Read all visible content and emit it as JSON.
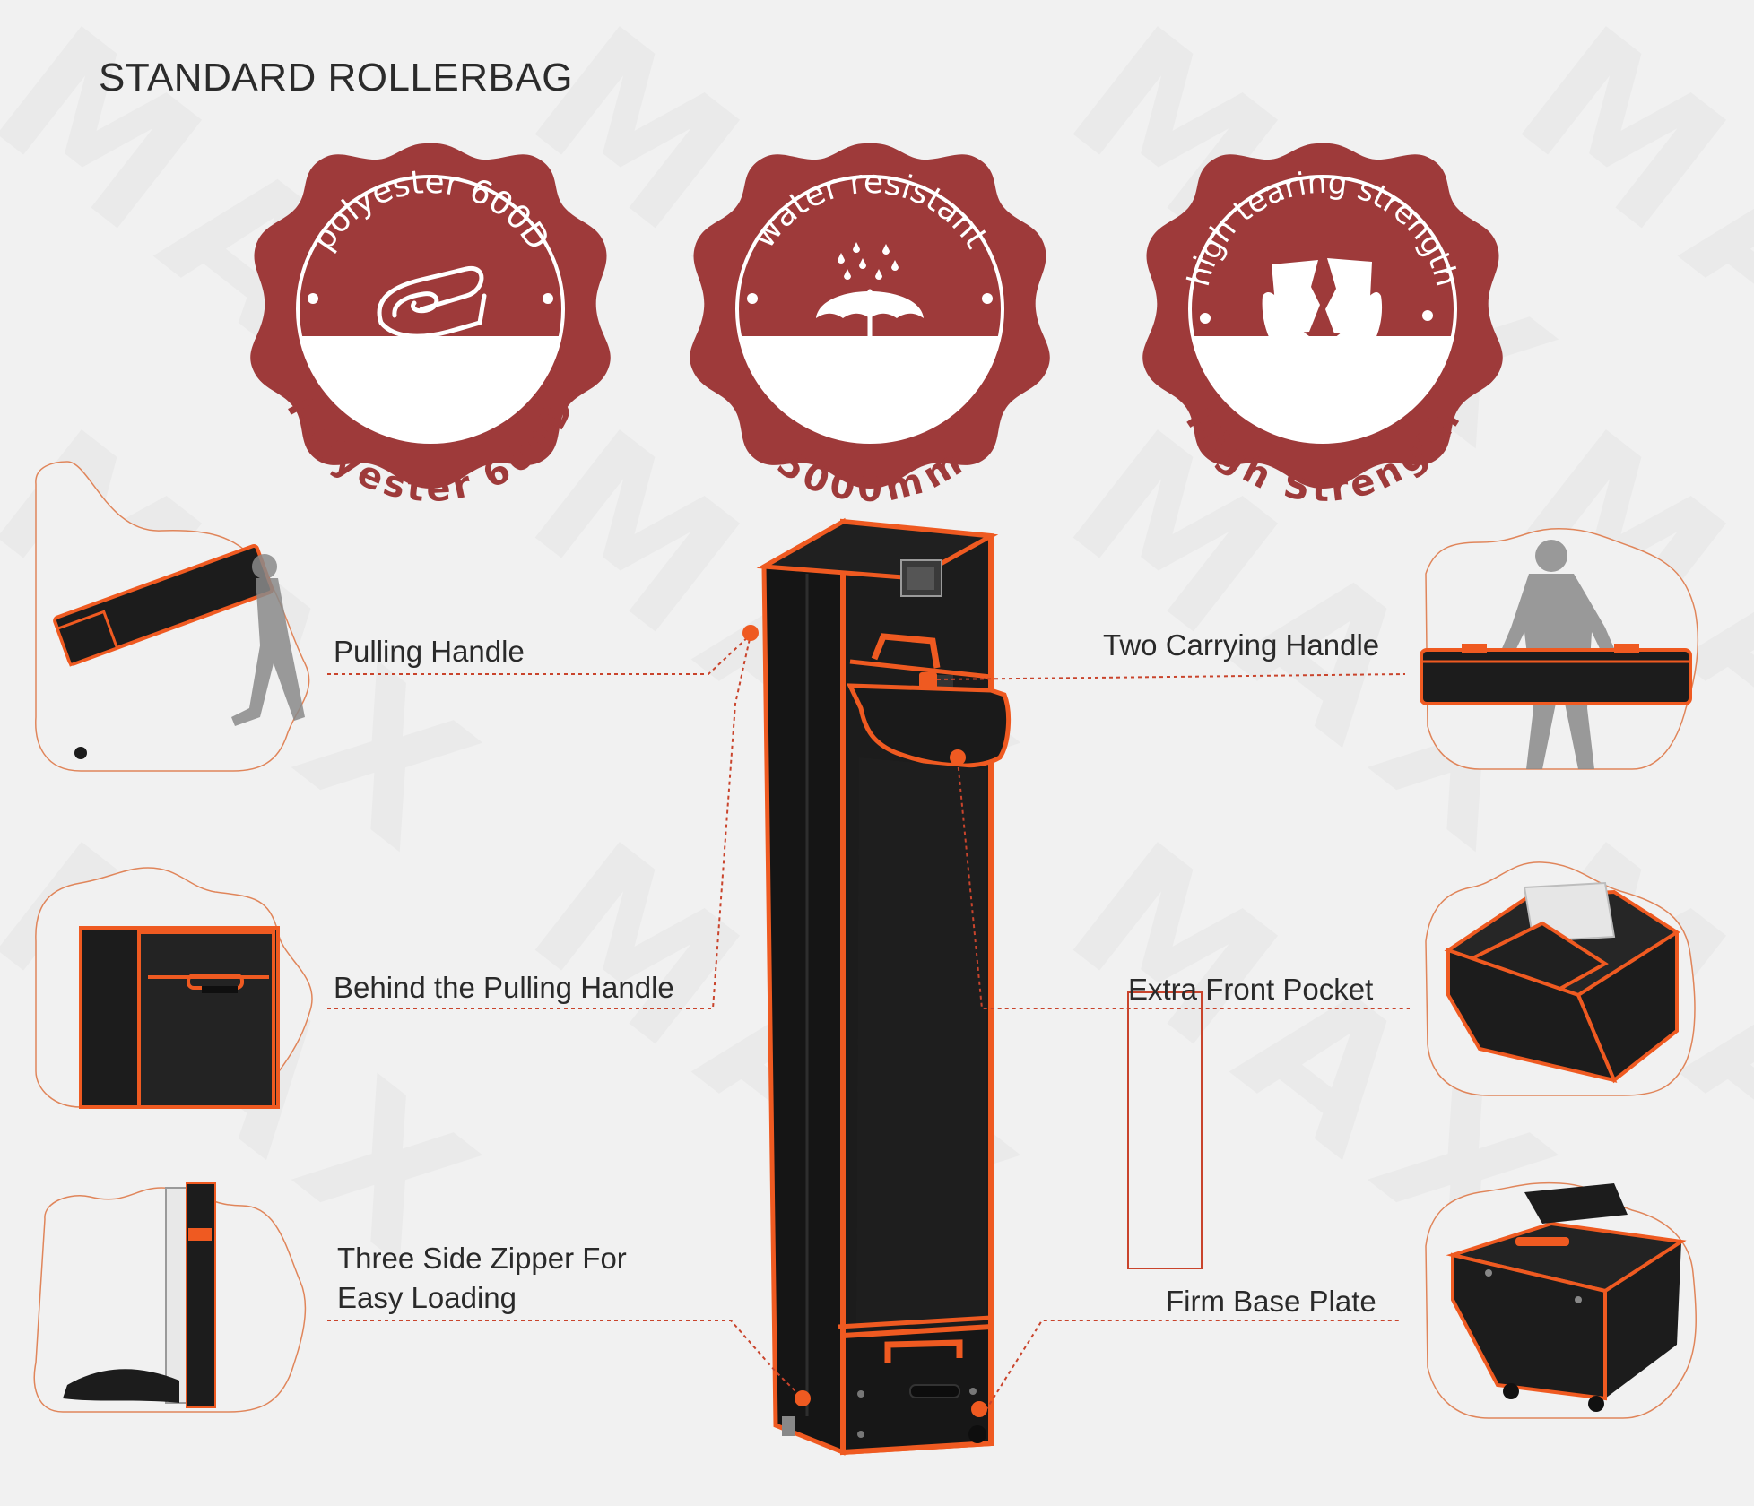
{
  "page": {
    "title": "STANDARD ROLLERBAG",
    "watermark": "MAX"
  },
  "colors": {
    "badge": "#9e3a3a",
    "accent_orange": "#ef5a21",
    "dotted_line": "#c9442c",
    "bag_black": "#1c1c1c",
    "background": "#f1f1f1"
  },
  "badges": [
    {
      "top_text": "polyester 600D",
      "bottom_text": "Polyester 600D",
      "icon": "fabric-roll-icon"
    },
    {
      "top_text": "water resistant",
      "bottom_text": "5000mm",
      "icon": "umbrella-rain-icon"
    },
    {
      "top_text": "high tearing strength",
      "bottom_text": "High Strength",
      "icon": "tearing-hands-icon"
    }
  ],
  "callouts": {
    "pulling_handle": "Pulling Handle",
    "behind_pulling_handle": "Behind the Pulling Handle",
    "three_side_zipper_line1": "Three Side Zipper For",
    "three_side_zipper_line2": "Easy Loading",
    "two_carrying_handle": "Two Carrying Handle",
    "extra_front_pocket": "Extra Front Pocket",
    "firm_base_plate": "Firm Base Plate"
  }
}
